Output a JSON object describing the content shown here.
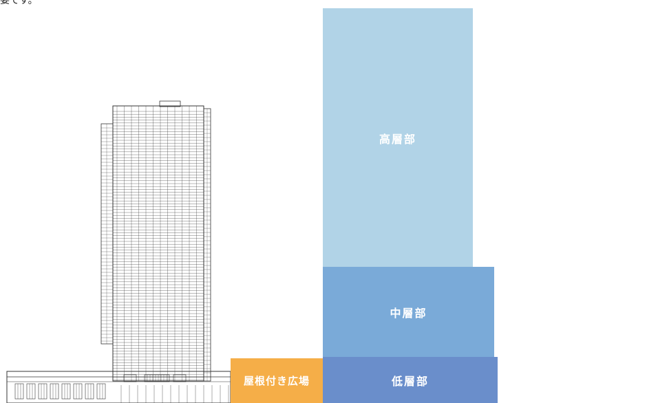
{
  "caption": "姿です。",
  "sections": {
    "high": "高層部",
    "mid": "中層部",
    "low": "低層部",
    "plaza": "屋根付き広場"
  },
  "colors": {
    "high": "#b1d3e7",
    "mid": "#7aaad8",
    "low": "#6a8ecb",
    "plaza": "#f5ae48",
    "line": "#333333"
  }
}
